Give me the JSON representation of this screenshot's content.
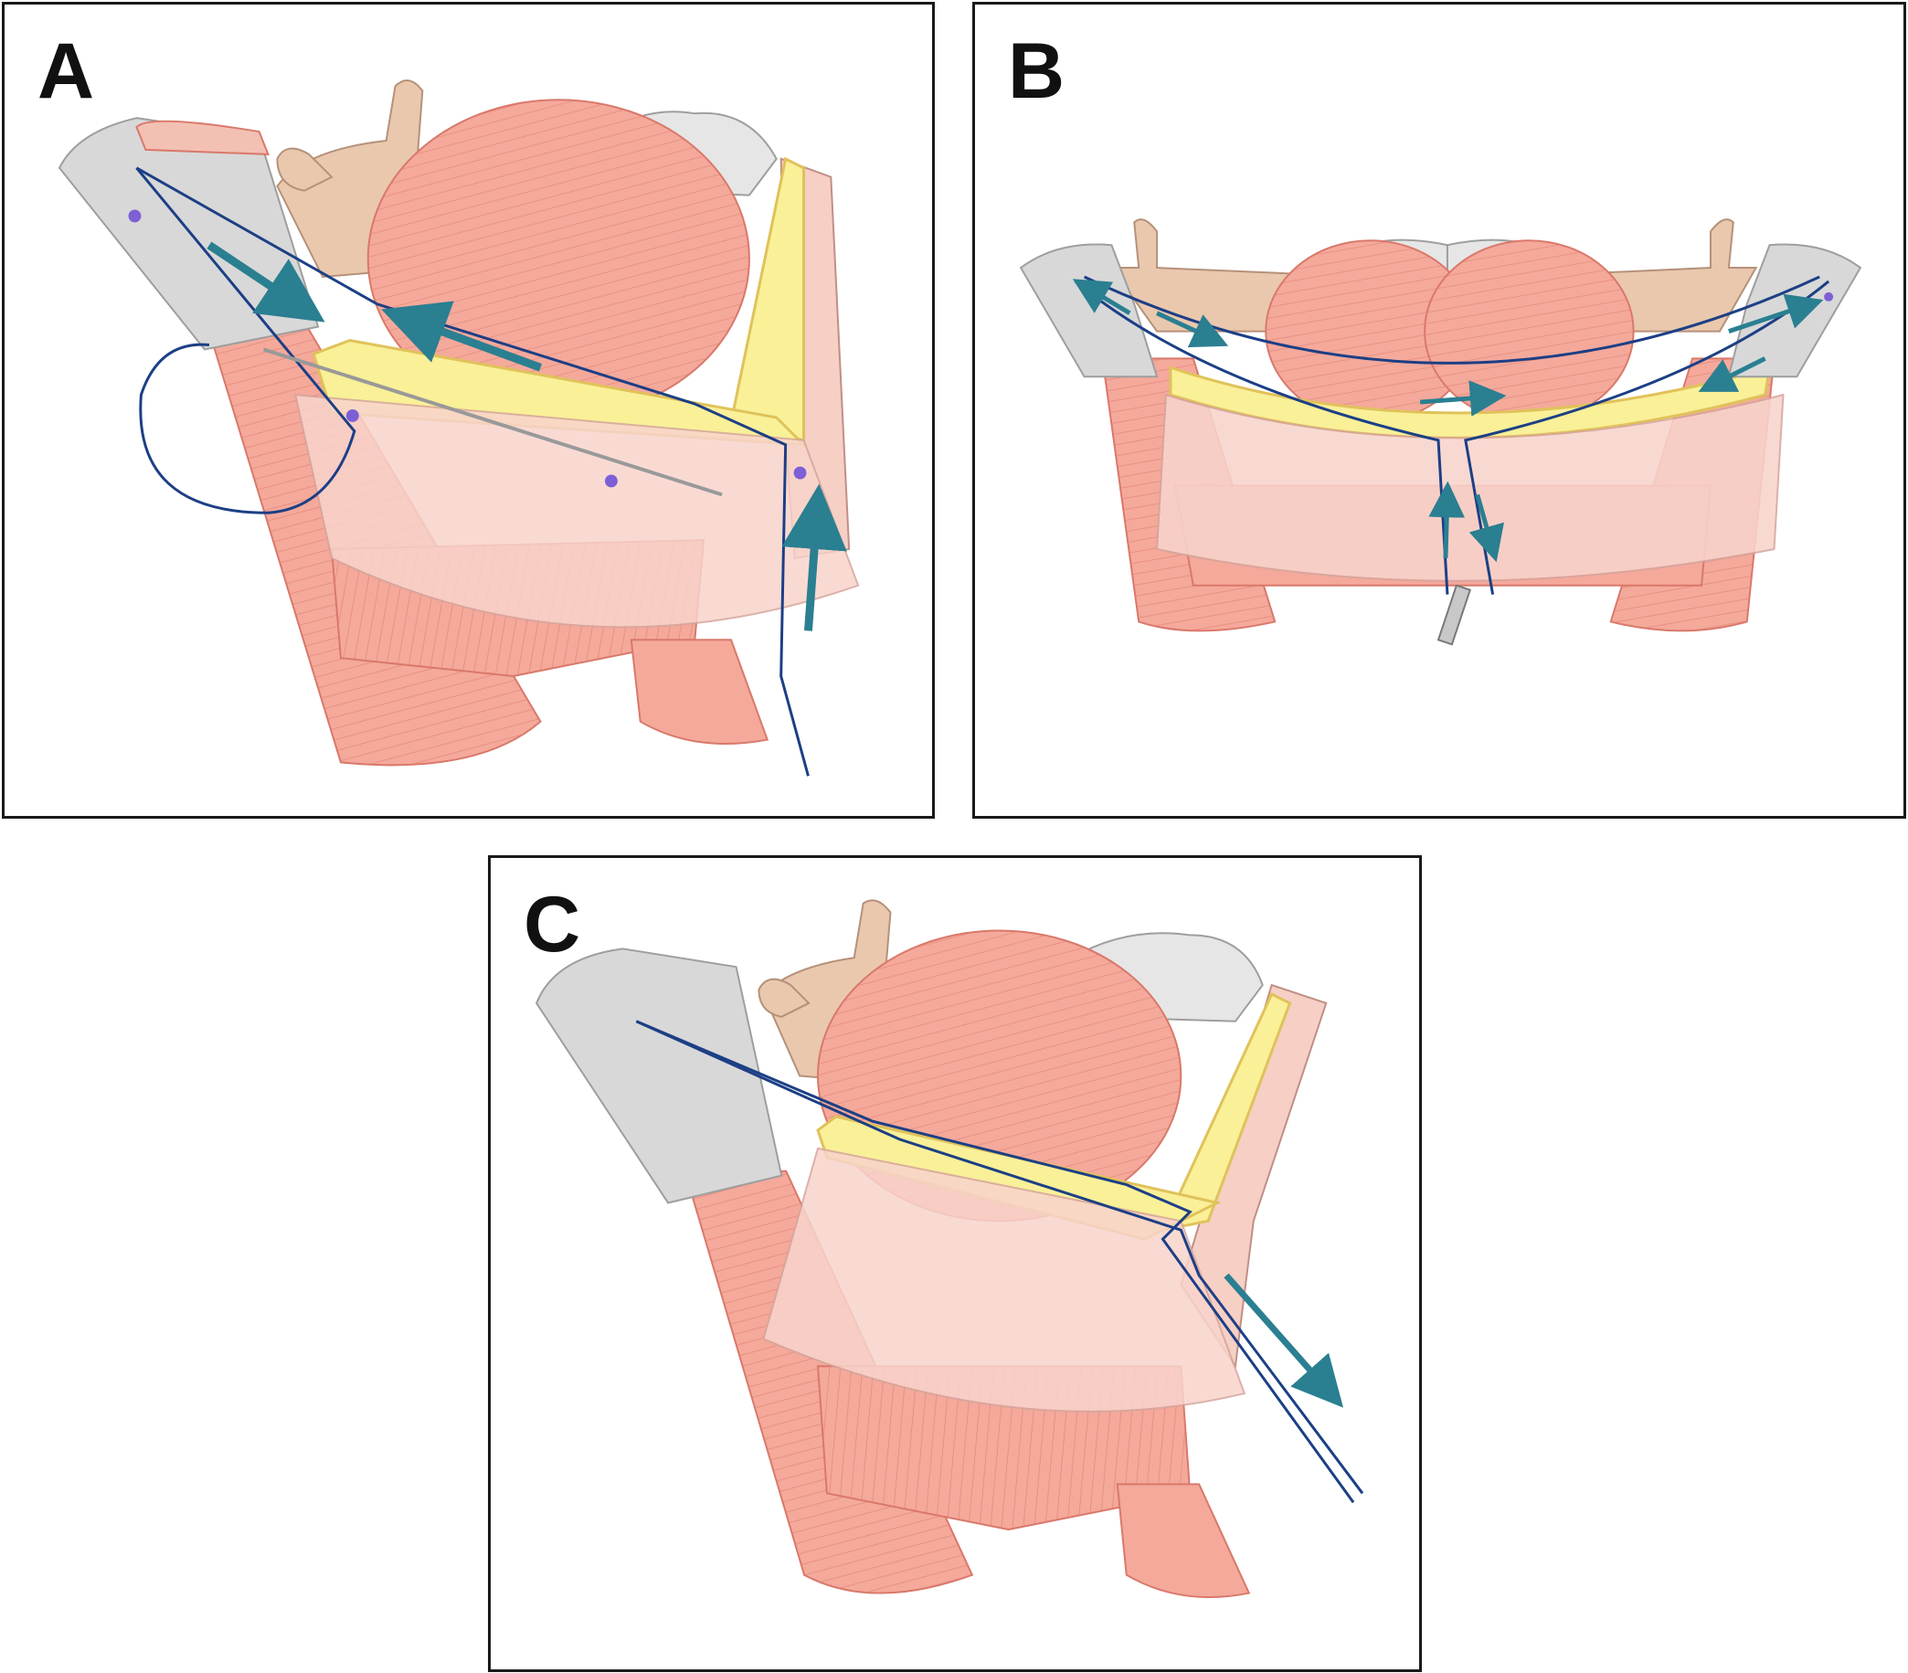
{
  "panels": [
    {
      "label": "A"
    },
    {
      "label": "B"
    },
    {
      "label": "C"
    }
  ],
  "colors": {
    "muscle": "#f4a99b",
    "muscle_stroke": "#d9786a",
    "muscle_line": "#e58d7e",
    "sheet": "#f8d4cc",
    "bone": "#e9c8ae",
    "bone_stroke": "#b5917a",
    "fascia": "#f9f098",
    "fascia_stroke": "#e0c25a",
    "tendon": "#d8d8d8",
    "teeth": "#e6e6e6",
    "suture": "#1c3f85",
    "arrow": "#2a7f91",
    "marker": "#7d5fd6",
    "border": "#1a1a1a"
  }
}
